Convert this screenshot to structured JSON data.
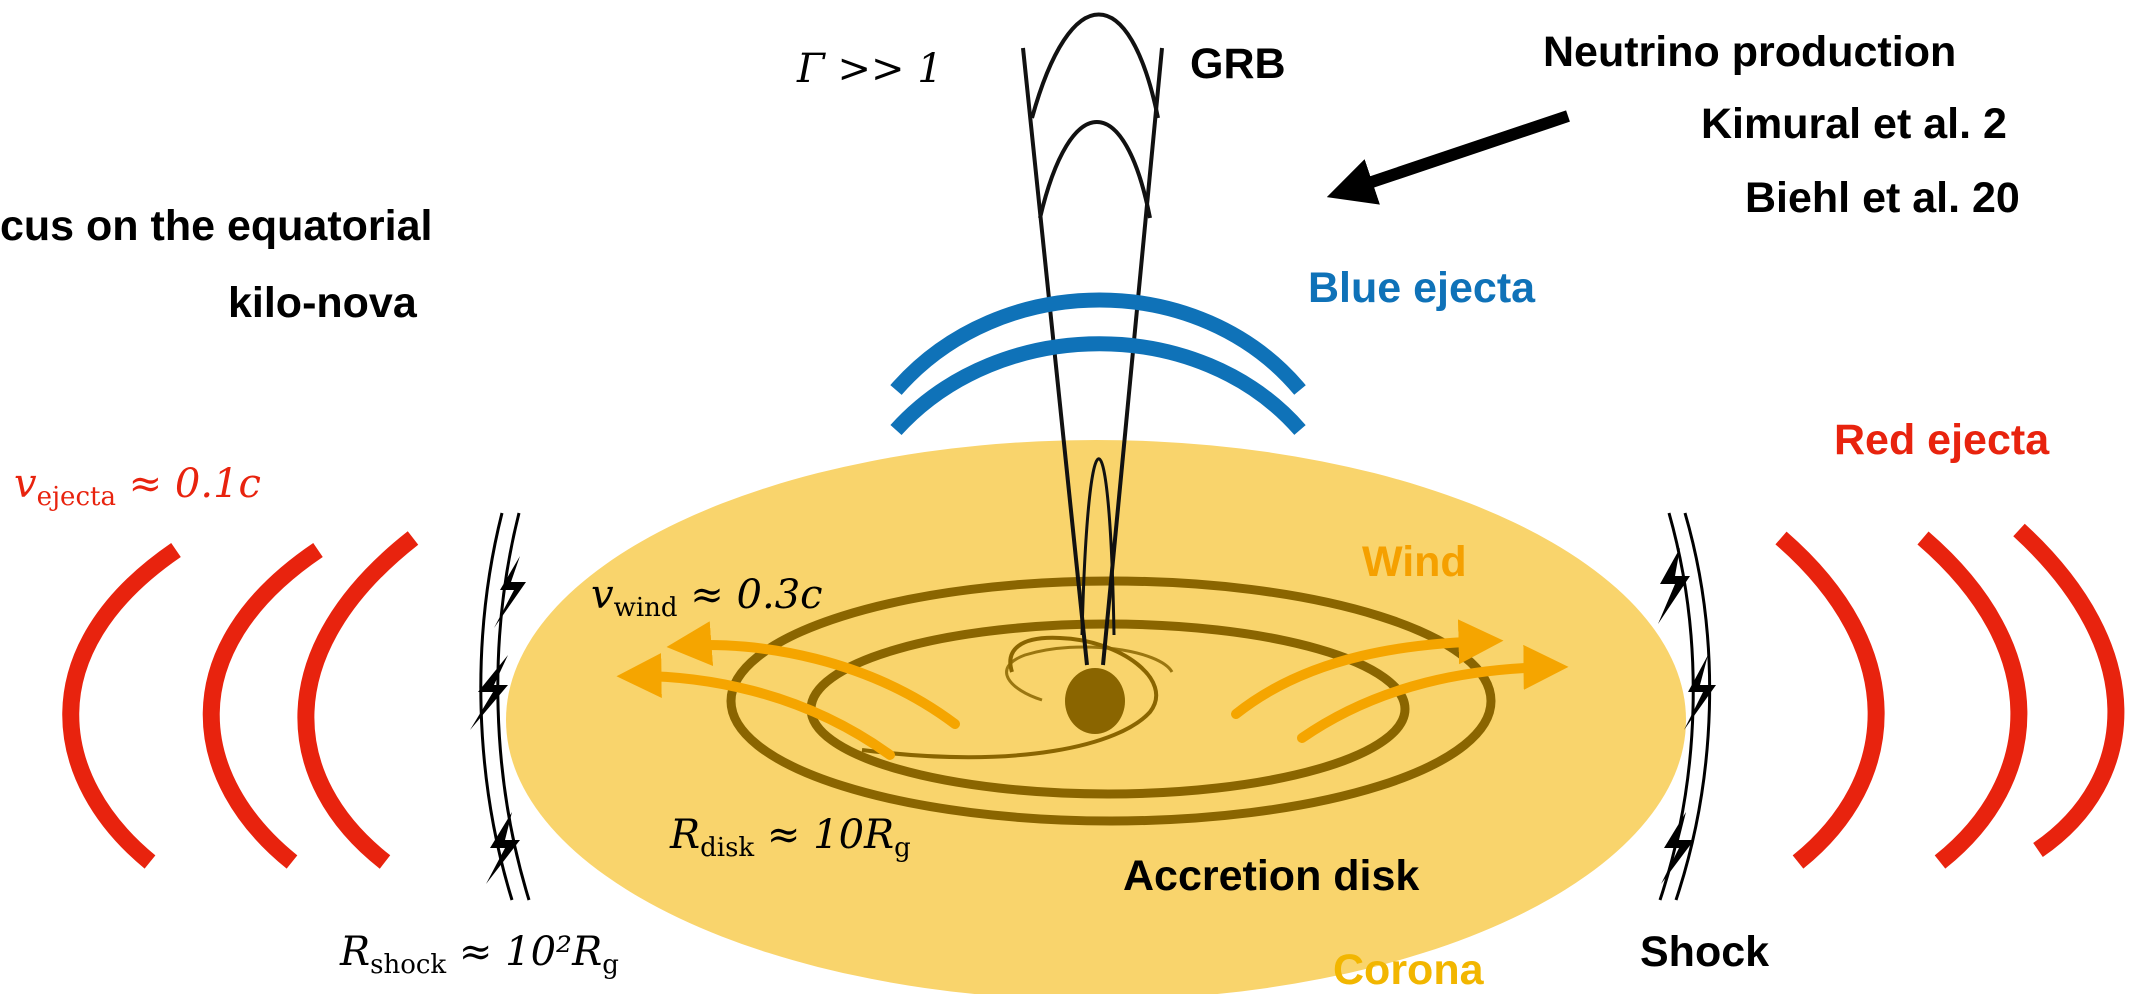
{
  "labels": {
    "neutrino_line1": "Neutrino production",
    "neutrino_line2": "Kimural et al. 2",
    "neutrino_line3": "Biehl et al. 20",
    "focus_line1": "cus on the equatorial",
    "focus_line2": "kilo-nova",
    "grb": "GRB",
    "blue_ejecta": "Blue ejecta",
    "red_ejecta": "Red ejecta",
    "wind": "Wind",
    "accretion_disk": "Accretion disk",
    "corona": "Corona",
    "shock": "Shock"
  },
  "math": {
    "gamma": {
      "main": "Γ >> 1"
    },
    "v_ejecta": {
      "main": "v",
      "sub": "ejecta",
      "rest": " ≈ 0.1c"
    },
    "v_wind": {
      "main": "v",
      "sub": "wind",
      "rest": " ≈ 0.3c"
    },
    "r_disk": {
      "main": "R",
      "sub": "disk",
      "rest": " ≈ 10R",
      "sub2": "g"
    },
    "r_shock": {
      "main": "R",
      "sub": "shock",
      "rest": " ≈ 10²R",
      "sub2": "g"
    }
  },
  "colors": {
    "corona": "#f9d46c",
    "disk_lines": "#8a6500",
    "black_hole": "#8a6500",
    "wind": "#f5a500",
    "wind_text": "#f5a000",
    "blue_ejecta": "#0f72b8",
    "red_ejecta": "#e8230e",
    "corona_text": "#f2b600",
    "jet": "#111111"
  }
}
